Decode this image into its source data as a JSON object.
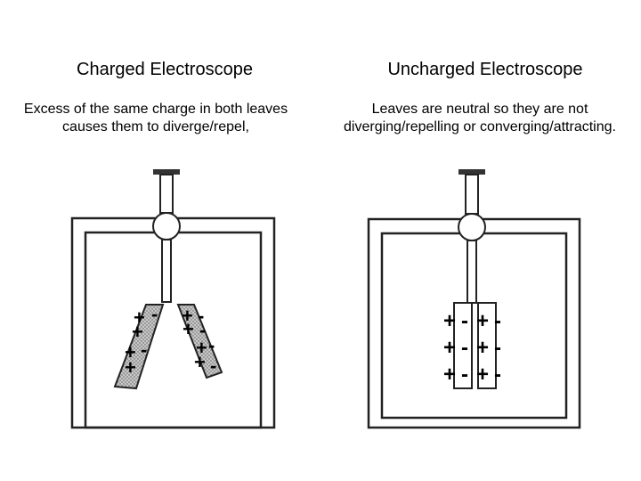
{
  "left": {
    "title": "Charged Electroscope",
    "description_line1": "Excess of the same charge in both leaves",
    "description_line2": "causes them to diverge/repel,"
  },
  "right": {
    "title": "Uncharged Electroscope",
    "description_line1": "Leaves are neutral so they are not",
    "description_line2": "diverging/repelling or converging/attracting."
  },
  "symbols": {
    "plus": "+",
    "minus": "-"
  }
}
